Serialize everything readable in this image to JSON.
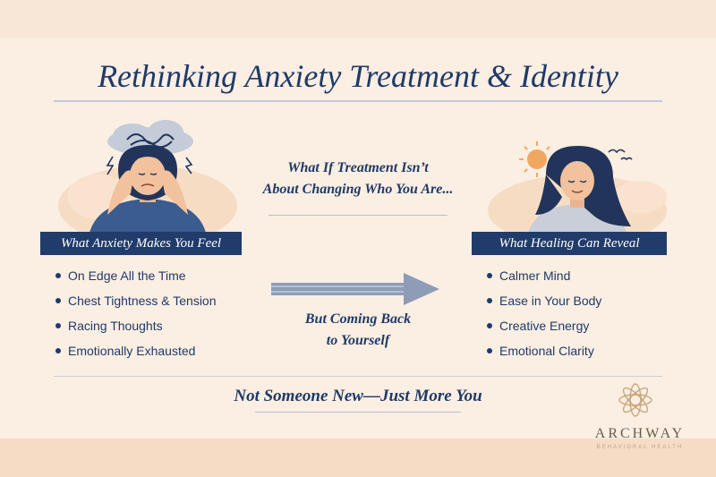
{
  "title": "Rethinking Anxiety Treatment & Identity",
  "left": {
    "banner": "What Anxiety Makes You Feel",
    "items": [
      "On Edge All the Time",
      "Chest Tightness & Tension",
      "Racing Thoughts",
      "Emotionally Exhausted"
    ]
  },
  "right": {
    "banner": "What Healing Can Reveal",
    "items": [
      "Calmer Mind",
      "Ease in Your Body",
      "Creative Energy",
      "Emotional Clarity"
    ]
  },
  "center": {
    "question_line1": "What If Treatment Isn’t",
    "question_line2": "About Changing Who You Are...",
    "answer_line1": "But Coming Back",
    "answer_line2": "to Yourself"
  },
  "tagline": "Not Someone New—Just More You",
  "brand": {
    "name": "ARCHWAY",
    "sub": "BEHAVIORAL HEALTH"
  },
  "colors": {
    "navy": "#213c6b",
    "background": "#fbeee2",
    "accent_sun": "#f0a860"
  },
  "icons": [
    "anxious-person-illustration",
    "storm-cloud-icon",
    "calm-person-illustration",
    "sun-icon",
    "birds-icon",
    "arrow-right-icon",
    "archway-flower-logo"
  ]
}
